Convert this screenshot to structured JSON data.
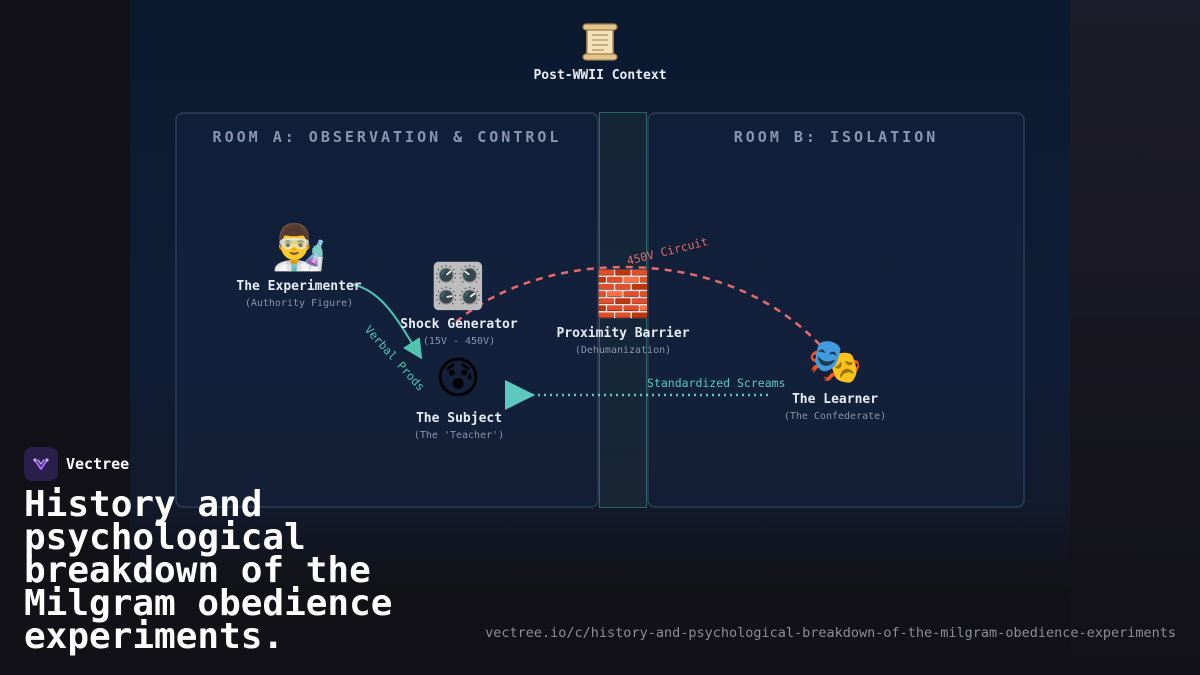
{
  "diagram": {
    "context": {
      "label": "Post-WWII Context",
      "icon": "scroll-icon"
    },
    "rooms": [
      {
        "id": "room-a",
        "title": "ROOM A: OBSERVATION & CONTROL"
      },
      {
        "id": "room-b",
        "title": "ROOM B: ISOLATION"
      }
    ],
    "nodes": {
      "experimenter": {
        "emoji": "👨‍🔬",
        "label": "The Experimenter",
        "sub": "(Authority Figure)"
      },
      "generator": {
        "emoji": "🎛️",
        "label": "Shock Generator",
        "sub": "(15V - 450V)"
      },
      "subject": {
        "emoji": "😰",
        "label": "The Subject",
        "sub": "(The 'Teacher')"
      },
      "barrier": {
        "emoji": "🧱",
        "label": "Proximity Barrier",
        "sub": "(Dehumanization)"
      },
      "learner": {
        "emoji": "🎭",
        "label": "The Learner",
        "sub": "(The Confederate)"
      }
    },
    "edges": {
      "verbal_prods": "Verbal Prods",
      "circuit": "450V Circuit",
      "screams": "Standardized Screams"
    },
    "colors": {
      "prods": "#4fc4b0",
      "circuit": "#e86a6a",
      "screams": "#5cc8c0"
    }
  },
  "brand": {
    "name": "Vectree"
  },
  "headline": "History and psychological breakdown of the Milgram obedience experiments.",
  "url": "vectree.io/c/history-and-psychological-breakdown-of-the-milgram-obedience-experiments"
}
